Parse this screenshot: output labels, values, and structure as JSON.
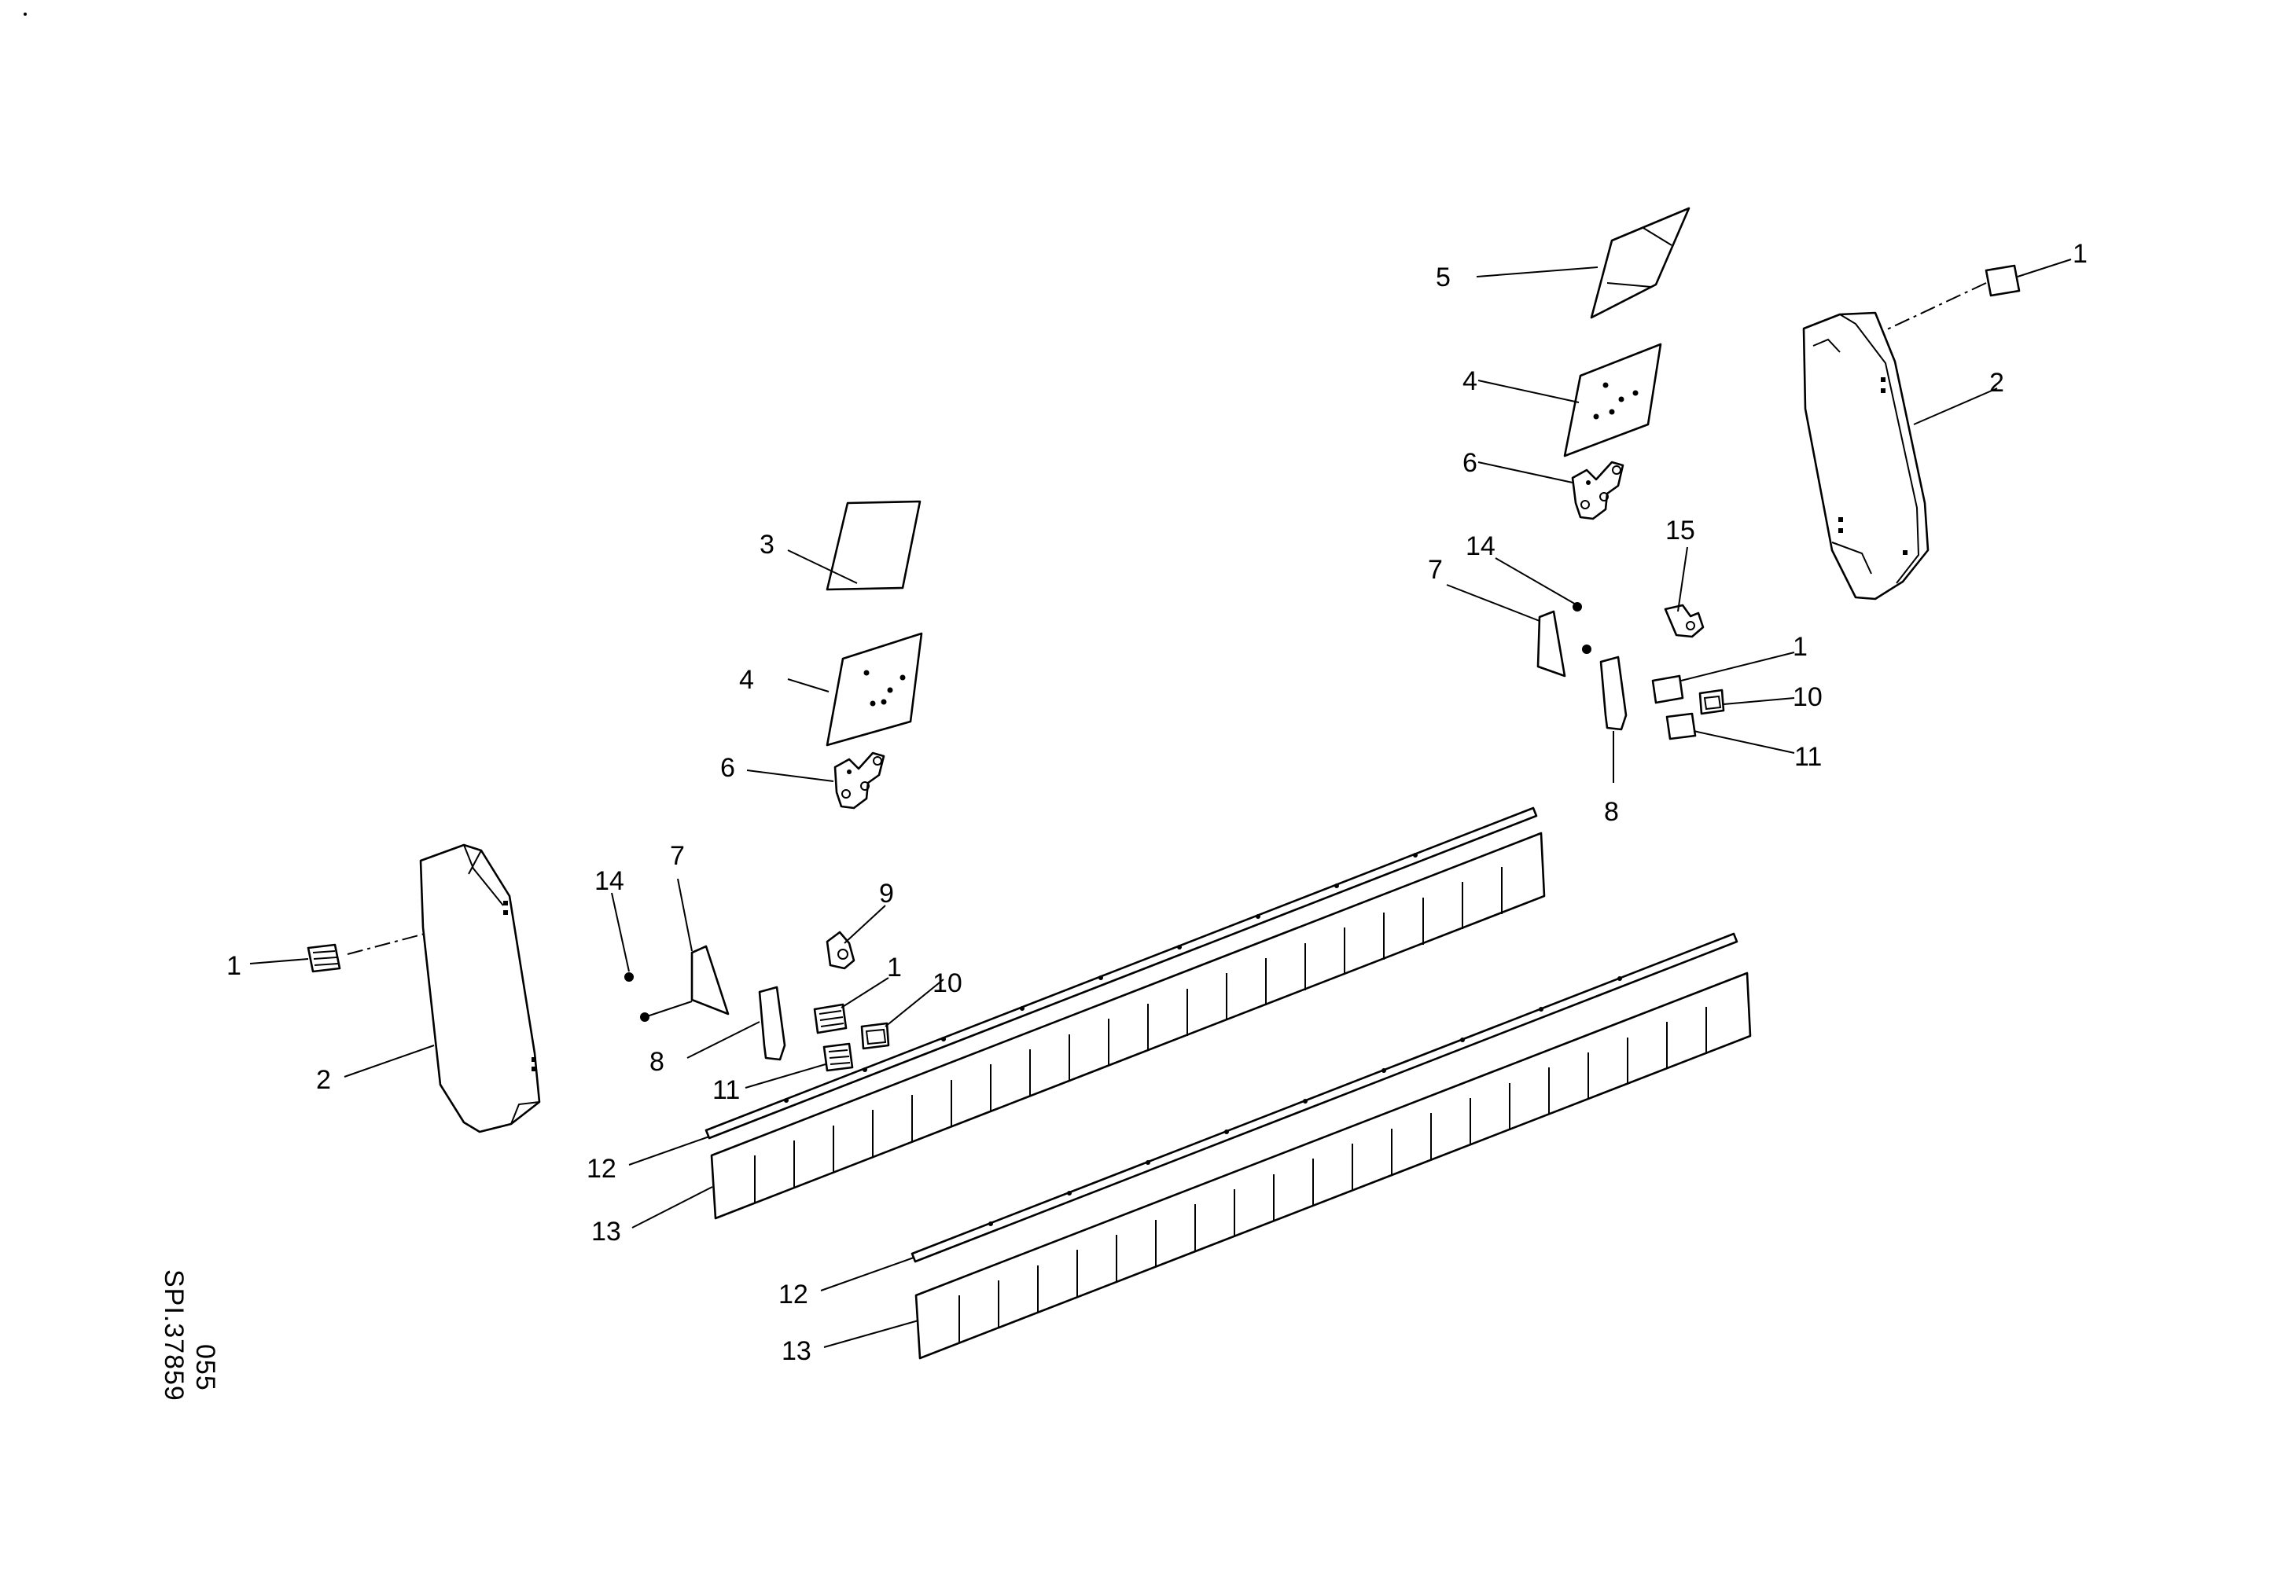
{
  "drawing": {
    "code_line1": "SPI.37859",
    "code_line2": "055",
    "callouts": [
      {
        "id": "c1-left",
        "text": "1"
      },
      {
        "id": "c2-left",
        "text": "2"
      },
      {
        "id": "c3",
        "text": "3"
      },
      {
        "id": "c4-left",
        "text": "4"
      },
      {
        "id": "c6-left",
        "text": "6"
      },
      {
        "id": "c7-left",
        "text": "7"
      },
      {
        "id": "c14-left",
        "text": "14"
      },
      {
        "id": "c8-left",
        "text": "8"
      },
      {
        "id": "c9",
        "text": "9"
      },
      {
        "id": "c1-mid",
        "text": "1"
      },
      {
        "id": "c10-left",
        "text": "10"
      },
      {
        "id": "c11-left",
        "text": "11"
      },
      {
        "id": "c12-upper",
        "text": "12"
      },
      {
        "id": "c13-upper",
        "text": "13"
      },
      {
        "id": "c12-lower",
        "text": "12"
      },
      {
        "id": "c13-lower",
        "text": "13"
      },
      {
        "id": "c5",
        "text": "5"
      },
      {
        "id": "c4-right",
        "text": "4"
      },
      {
        "id": "c6-right",
        "text": "6"
      },
      {
        "id": "c7-right",
        "text": "7"
      },
      {
        "id": "c14-right",
        "text": "14"
      },
      {
        "id": "c15",
        "text": "15"
      },
      {
        "id": "c1-right-top",
        "text": "1"
      },
      {
        "id": "c2-right",
        "text": "2"
      },
      {
        "id": "c1-right-mid",
        "text": "1"
      },
      {
        "id": "c10-right",
        "text": "10"
      },
      {
        "id": "c11-right",
        "text": "11"
      },
      {
        "id": "c8-right",
        "text": "8"
      }
    ]
  }
}
